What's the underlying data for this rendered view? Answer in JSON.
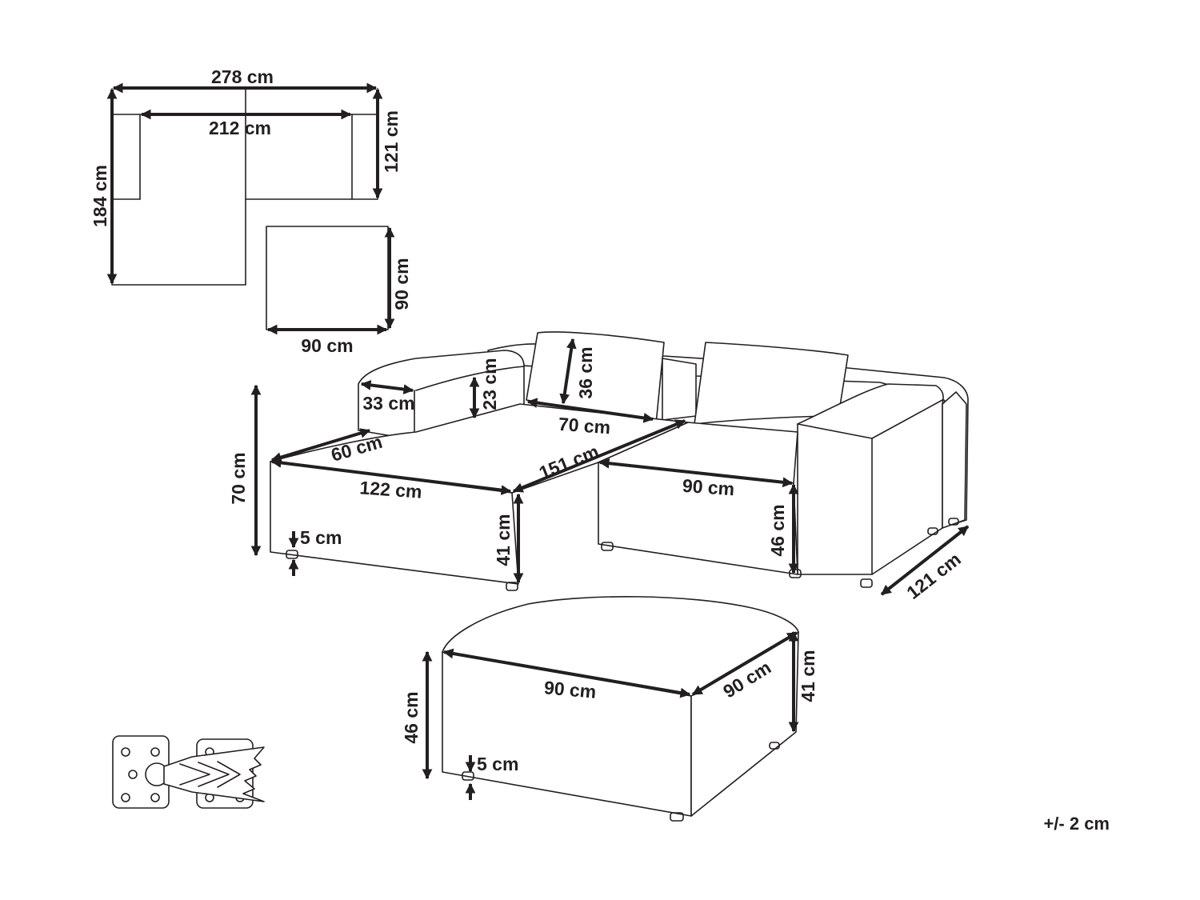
{
  "plan": {
    "overall_width": "278 cm",
    "inner_width": "212 cm",
    "depth_right": "121 cm",
    "depth_left": "184 cm"
  },
  "ottoman_plan": {
    "depth": "90 cm",
    "width": "90 cm"
  },
  "sofa": {
    "total_height": "70 cm",
    "armrest_width": "33 cm",
    "armrest_height": "23 cm",
    "cushion_height": "36 cm",
    "cushion_width": "70 cm",
    "chaise_depth": "60 cm",
    "chaise_width": "122 cm",
    "back_length": "151 cm",
    "seat_width": "90 cm",
    "chaise_seat_height": "41 cm",
    "seat_height": "46 cm",
    "sofa_depth": "121 cm",
    "leg_height": "5 cm"
  },
  "ottoman": {
    "width": "90 cm",
    "depth": "90 cm",
    "height_front": "46 cm",
    "height_back": "41 cm",
    "leg_height": "5 cm"
  },
  "tolerance": "+/- 2 cm"
}
